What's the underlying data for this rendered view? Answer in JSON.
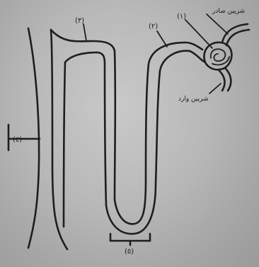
{
  "labels": {
    "part_1": "(١)",
    "part_2": "(٢)",
    "part_3": "(٣)",
    "part_4": "(٤)",
    "part_5": "(٥)",
    "efferent_arteriole": "شريين صادر",
    "afferent_arteriole": "شريين وارد"
  }
}
